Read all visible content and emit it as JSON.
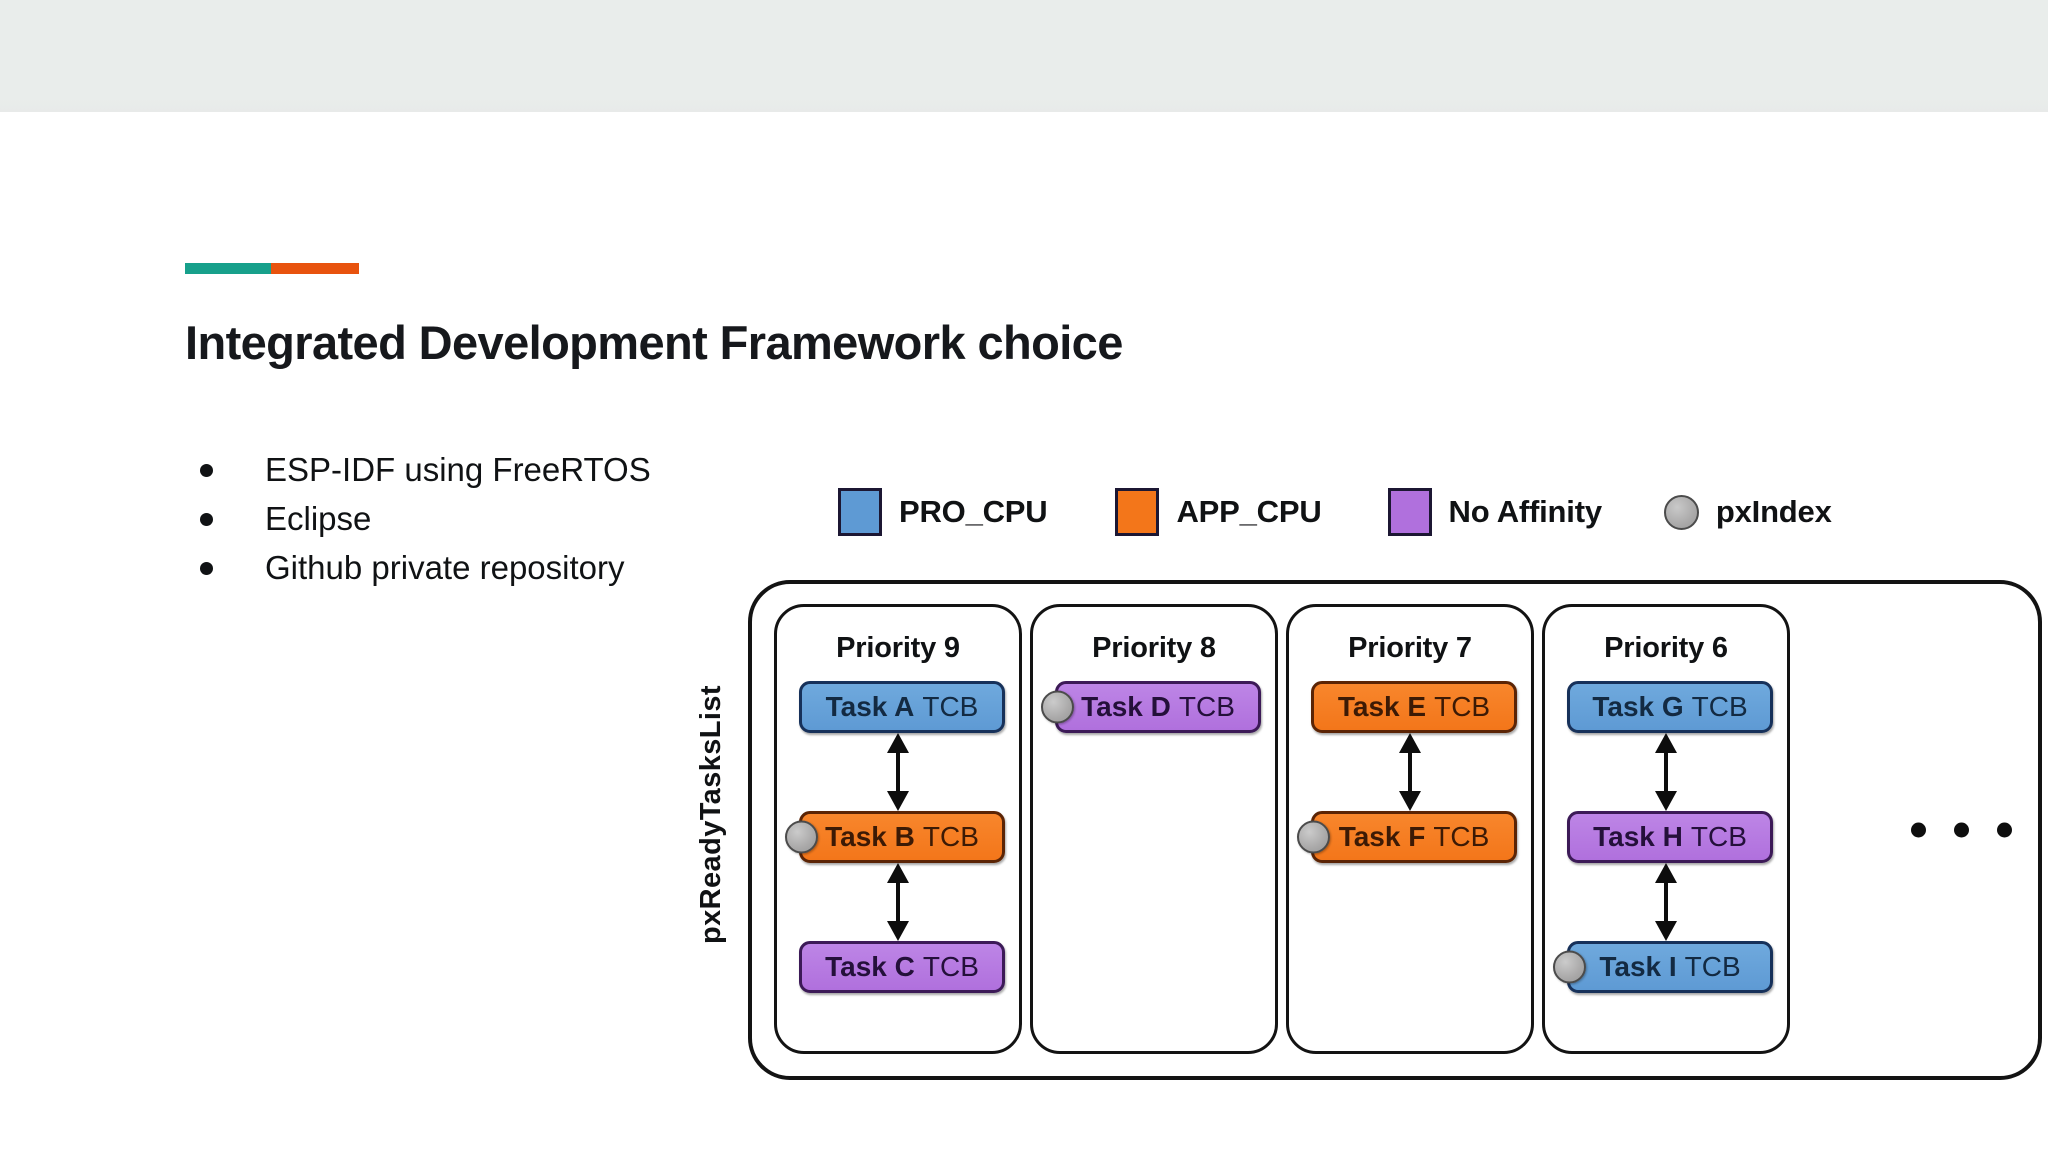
{
  "slide": {
    "title": "Integrated Development Framework choice",
    "accent": {
      "teal": "#17a08b",
      "orange": "#e8530e"
    },
    "top_band_color": "#e9edeb"
  },
  "bullets": [
    {
      "text": "ESP-IDF using FreeRTOS"
    },
    {
      "text": "Eclipse"
    },
    {
      "text": "Github private repository"
    }
  ],
  "legend": {
    "items": [
      {
        "label": "PRO_CPU",
        "shape": "square",
        "color": "#5e9ad4",
        "icon": "blue-square-icon"
      },
      {
        "label": "APP_CPU",
        "shape": "square",
        "color": "#f3761a",
        "icon": "orange-square-icon"
      },
      {
        "label": "No Affinity",
        "shape": "square",
        "color": "#b070dd",
        "icon": "purple-square-icon"
      },
      {
        "label": "pxIndex",
        "shape": "circle",
        "color": "#aaa9a9",
        "icon": "grey-circle-icon"
      }
    ]
  },
  "diagram": {
    "axis_label": "pxReadyTasksList",
    "overflow_indicator": "• • •",
    "columns": [
      {
        "title": "Priority 9",
        "tasks": [
          {
            "name": "Task A",
            "suffix": "TCB",
            "color": "blue",
            "pxindex": false,
            "slot": 0
          },
          {
            "name": "Task B",
            "suffix": "TCB",
            "color": "orange",
            "pxindex": true,
            "slot": 1
          },
          {
            "name": "Task C",
            "suffix": "TCB",
            "color": "purple",
            "pxindex": false,
            "slot": 2
          }
        ],
        "arrows": [
          "0-1",
          "1-2"
        ]
      },
      {
        "title": "Priority 8",
        "tasks": [
          {
            "name": "Task D",
            "suffix": "TCB",
            "color": "purple",
            "pxindex": true,
            "slot": 0
          }
        ],
        "arrows": []
      },
      {
        "title": "Priority 7",
        "tasks": [
          {
            "name": "Task E",
            "suffix": "TCB",
            "color": "orange",
            "pxindex": false,
            "slot": 0
          },
          {
            "name": "Task F",
            "suffix": "TCB",
            "color": "orange",
            "pxindex": true,
            "slot": 1
          }
        ],
        "arrows": [
          "0-1"
        ]
      },
      {
        "title": "Priority 6",
        "tasks": [
          {
            "name": "Task G",
            "suffix": "TCB",
            "color": "blue",
            "pxindex": false,
            "slot": 0
          },
          {
            "name": "Task H",
            "suffix": "TCB",
            "color": "purple",
            "pxindex": false,
            "slot": 1
          },
          {
            "name": "Task I",
            "suffix": "TCB",
            "color": "blue",
            "pxindex": true,
            "slot": 2
          }
        ],
        "arrows": [
          "0-1",
          "1-2"
        ]
      }
    ]
  }
}
